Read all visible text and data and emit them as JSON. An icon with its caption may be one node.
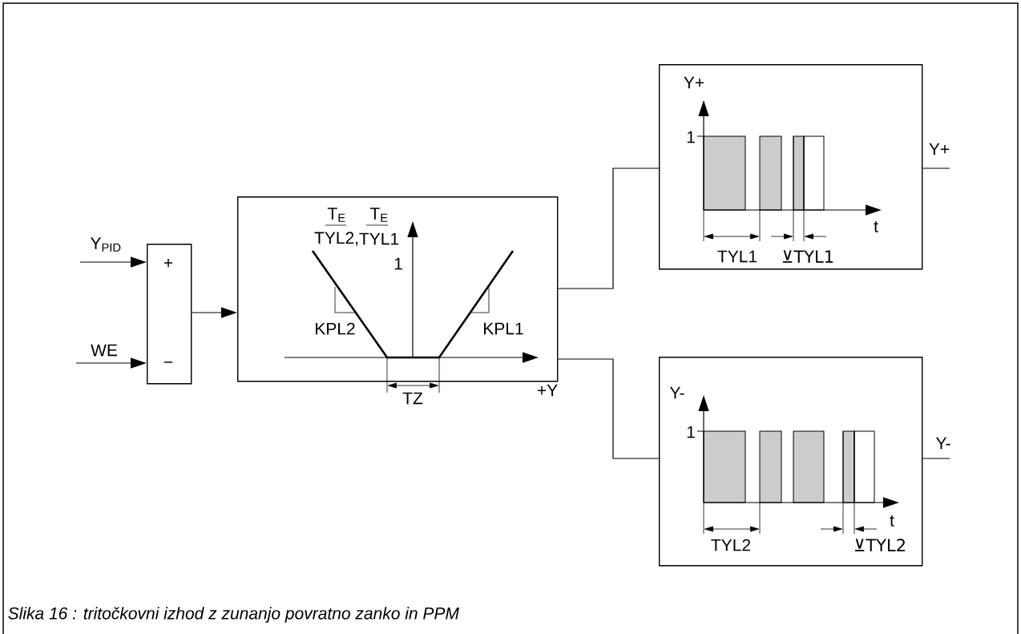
{
  "diagram": {
    "caption": "Slika 16 : tritočkovni izhod z zunanjo povratno zanko in PPM",
    "nodes": [
      {
        "text": [
          "+",
          "−"
        ]
      },
      {
        "text": [
          "T$_{E}$",
          "TYL2,",
          "T$_{E}$",
          "TYL1",
          "1",
          "KPL2",
          "KPL1",
          "TZ",
          "+Y"
        ]
      },
      {
        "text": [
          "Y+",
          "1",
          "t",
          "TYL1",
          "⊻TYL1"
        ]
      },
      {
        "text": [
          "Y-",
          "1",
          "t",
          "TYL2",
          "⊻TYL2"
        ]
      }
    ],
    "edges": [
      {
        "from": null,
        "to": 0,
        "arrow": "to",
        "label": "Y$_{PID}$"
      },
      {
        "from": null,
        "to": 0,
        "arrow": "to",
        "label": "WE"
      },
      {
        "from": 0,
        "to": 1,
        "arrow": "to"
      },
      {
        "from": 1,
        "to": 2,
        "arrow": "none"
      },
      {
        "from": 1,
        "to": 3,
        "arrow": "none"
      },
      {
        "from": 2,
        "to": null,
        "arrow": "none",
        "label": "Y+"
      },
      {
        "from": 3,
        "to": null,
        "arrow": "none",
        "label": "Y-"
      }
    ]
  }
}
